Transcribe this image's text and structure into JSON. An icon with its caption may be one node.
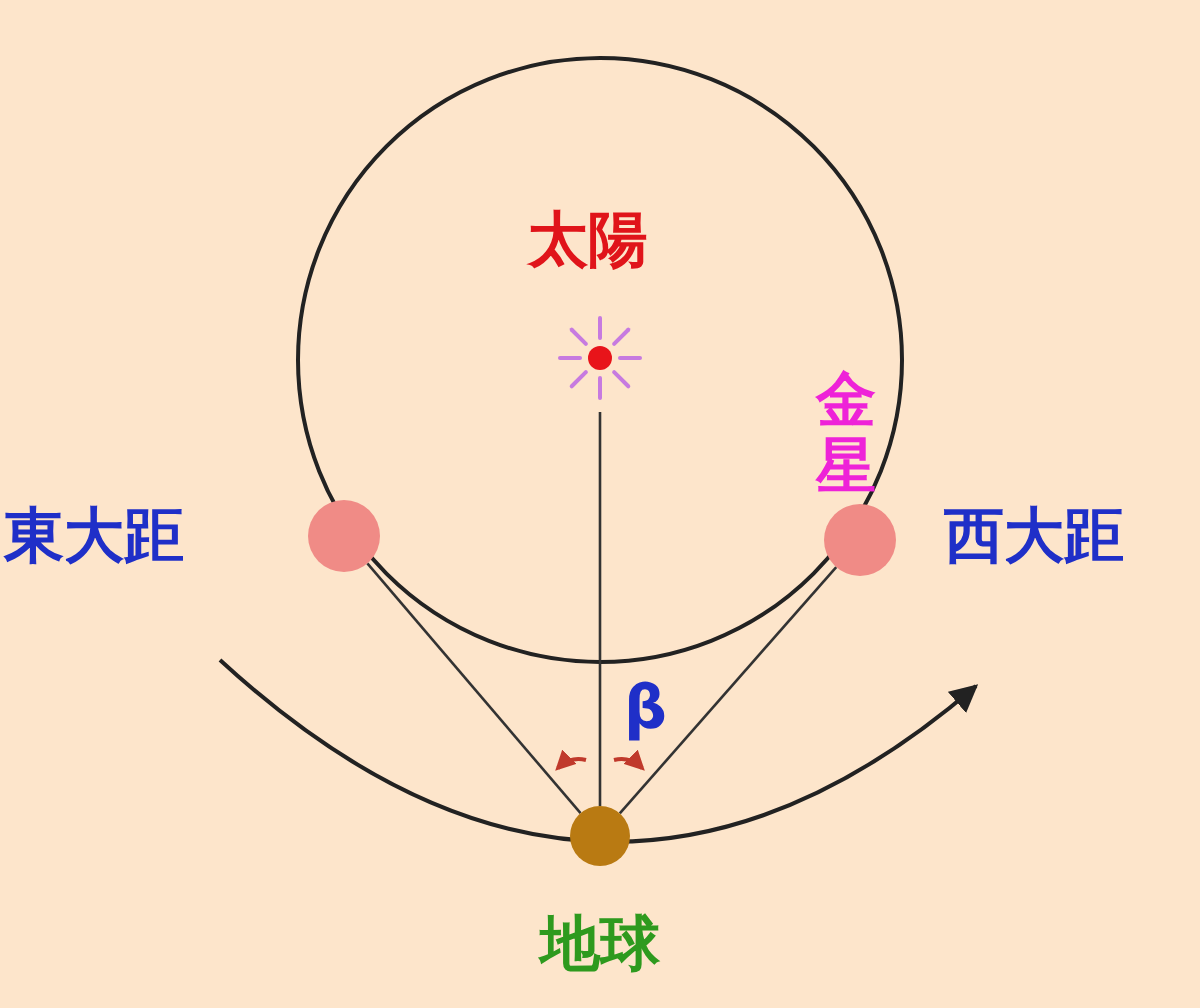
{
  "diagram": {
    "nodes": [
      {
        "text": [
          "太陽"
        ]
      },
      {
        "text": [
          "東大距"
        ]
      },
      {
        "text": [
          "金星",
          "西大距"
        ]
      },
      {
        "text": [
          "地球"
        ]
      }
    ],
    "edges": [
      {
        "from": 3,
        "to": 1,
        "arrow": "none"
      },
      {
        "from": 3,
        "to": 2,
        "arrow": "none"
      },
      {
        "from": 3,
        "to": 0,
        "arrow": "none"
      }
    ],
    "labels": [
      "β"
    ]
  }
}
